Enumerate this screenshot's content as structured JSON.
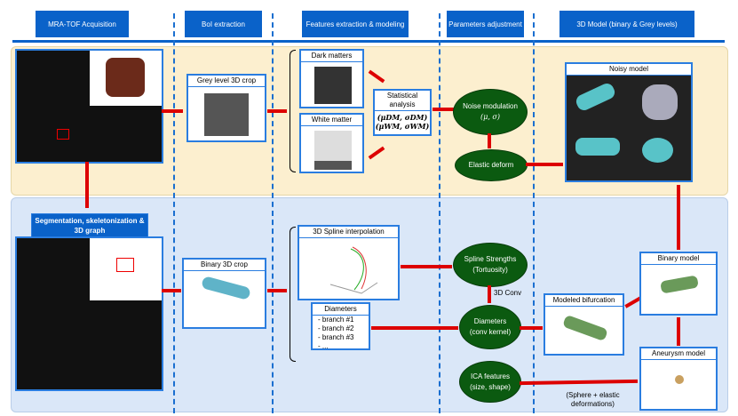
{
  "headers": [
    "MRA-TOF Acquisition",
    "BoI extraction",
    "Features extraction & modeling",
    "Parameters adjustment",
    "3D Model (binary & Grey levels)"
  ],
  "top": {
    "grey_crop": "Grey level 3D crop",
    "dark": "Dark matters",
    "white": "White matter",
    "stat": "Statistical analysis",
    "stat_dm": "(μDM, σDM)",
    "stat_wm": "(μWM, σWM)",
    "noise": "Noise modulation",
    "noise_params": "(μ, σ)",
    "elastic": "Elastic deform",
    "noisy": "Noisy model"
  },
  "bottom": {
    "seg": "Segmentation, skeletonization & 3D graph",
    "binary_crop": "Binary 3D crop",
    "spline": "3D Spline interpolation",
    "diam_title": "Diameters",
    "branches": [
      "- branch #1",
      "- branch #2",
      "- branch #3",
      "- ..."
    ],
    "spline_strengths": "Spline Strengths",
    "tortuosity": "(Tortuosity)",
    "conv": "3D Conv",
    "diameters": "Diameters",
    "conv_kernel": "(conv kernel)",
    "ica": "ICA features",
    "ica_sub": "(size, shape)",
    "bifurcation": "Modeled bifurcation",
    "binary_model": "Binary model",
    "aneurysm": "Aneurysm model",
    "sphere": "(Sphere + elastic deformations)"
  },
  "colors": {
    "header": "#0a62c9",
    "top_panel": "#fcefcf",
    "bottom_panel": "#dae7f8",
    "arrow": "#dd0000",
    "ellipse": "#0b5a10"
  }
}
